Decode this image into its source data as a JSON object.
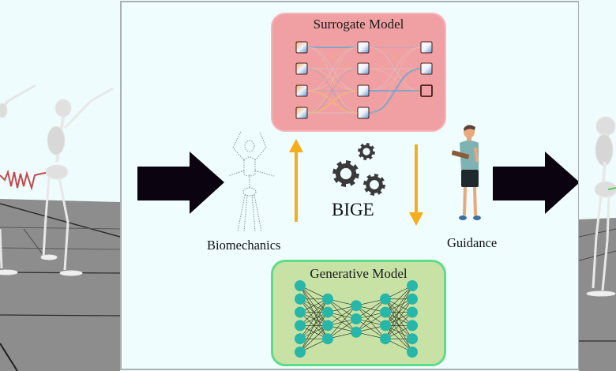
{
  "diagram": {
    "title_system": "BIGE",
    "nodes": {
      "surrogate": "Surrogate Model",
      "generative": "Generative Model",
      "biomechanics": "Biomechanics",
      "guidance": "Guidance",
      "bige": "BIGE"
    },
    "edges": [
      {
        "from": "input-motion",
        "to": "biomechanics",
        "style": "black-block-arrow"
      },
      {
        "from": "biomechanics",
        "to": "surrogate",
        "style": "orange-arrow-up"
      },
      {
        "from": "surrogate",
        "to": "generative",
        "style": "orange-arrow-down"
      },
      {
        "from": "guidance",
        "to": "output-motion",
        "style": "black-block-arrow"
      }
    ],
    "generative_layers": [
      6,
      4,
      3,
      4,
      6
    ],
    "surrogate_layers": [
      4,
      4,
      3
    ],
    "colors": {
      "panel_bg": "#effdfe",
      "surrogate_fill": "#f0a0a3",
      "generative_fill": "#c8e2a6",
      "generative_border": "#5fdc88",
      "neuron": "#26b7a8",
      "orange_arrow": "#f5ad1b",
      "block_arrow": "#0b0410",
      "gear": "#3a3a3a",
      "floor": "#8d8d8d"
    },
    "icons": [
      "skeleton-point-cloud-icon",
      "gears-icon",
      "person-with-clipboard-icon"
    ]
  }
}
